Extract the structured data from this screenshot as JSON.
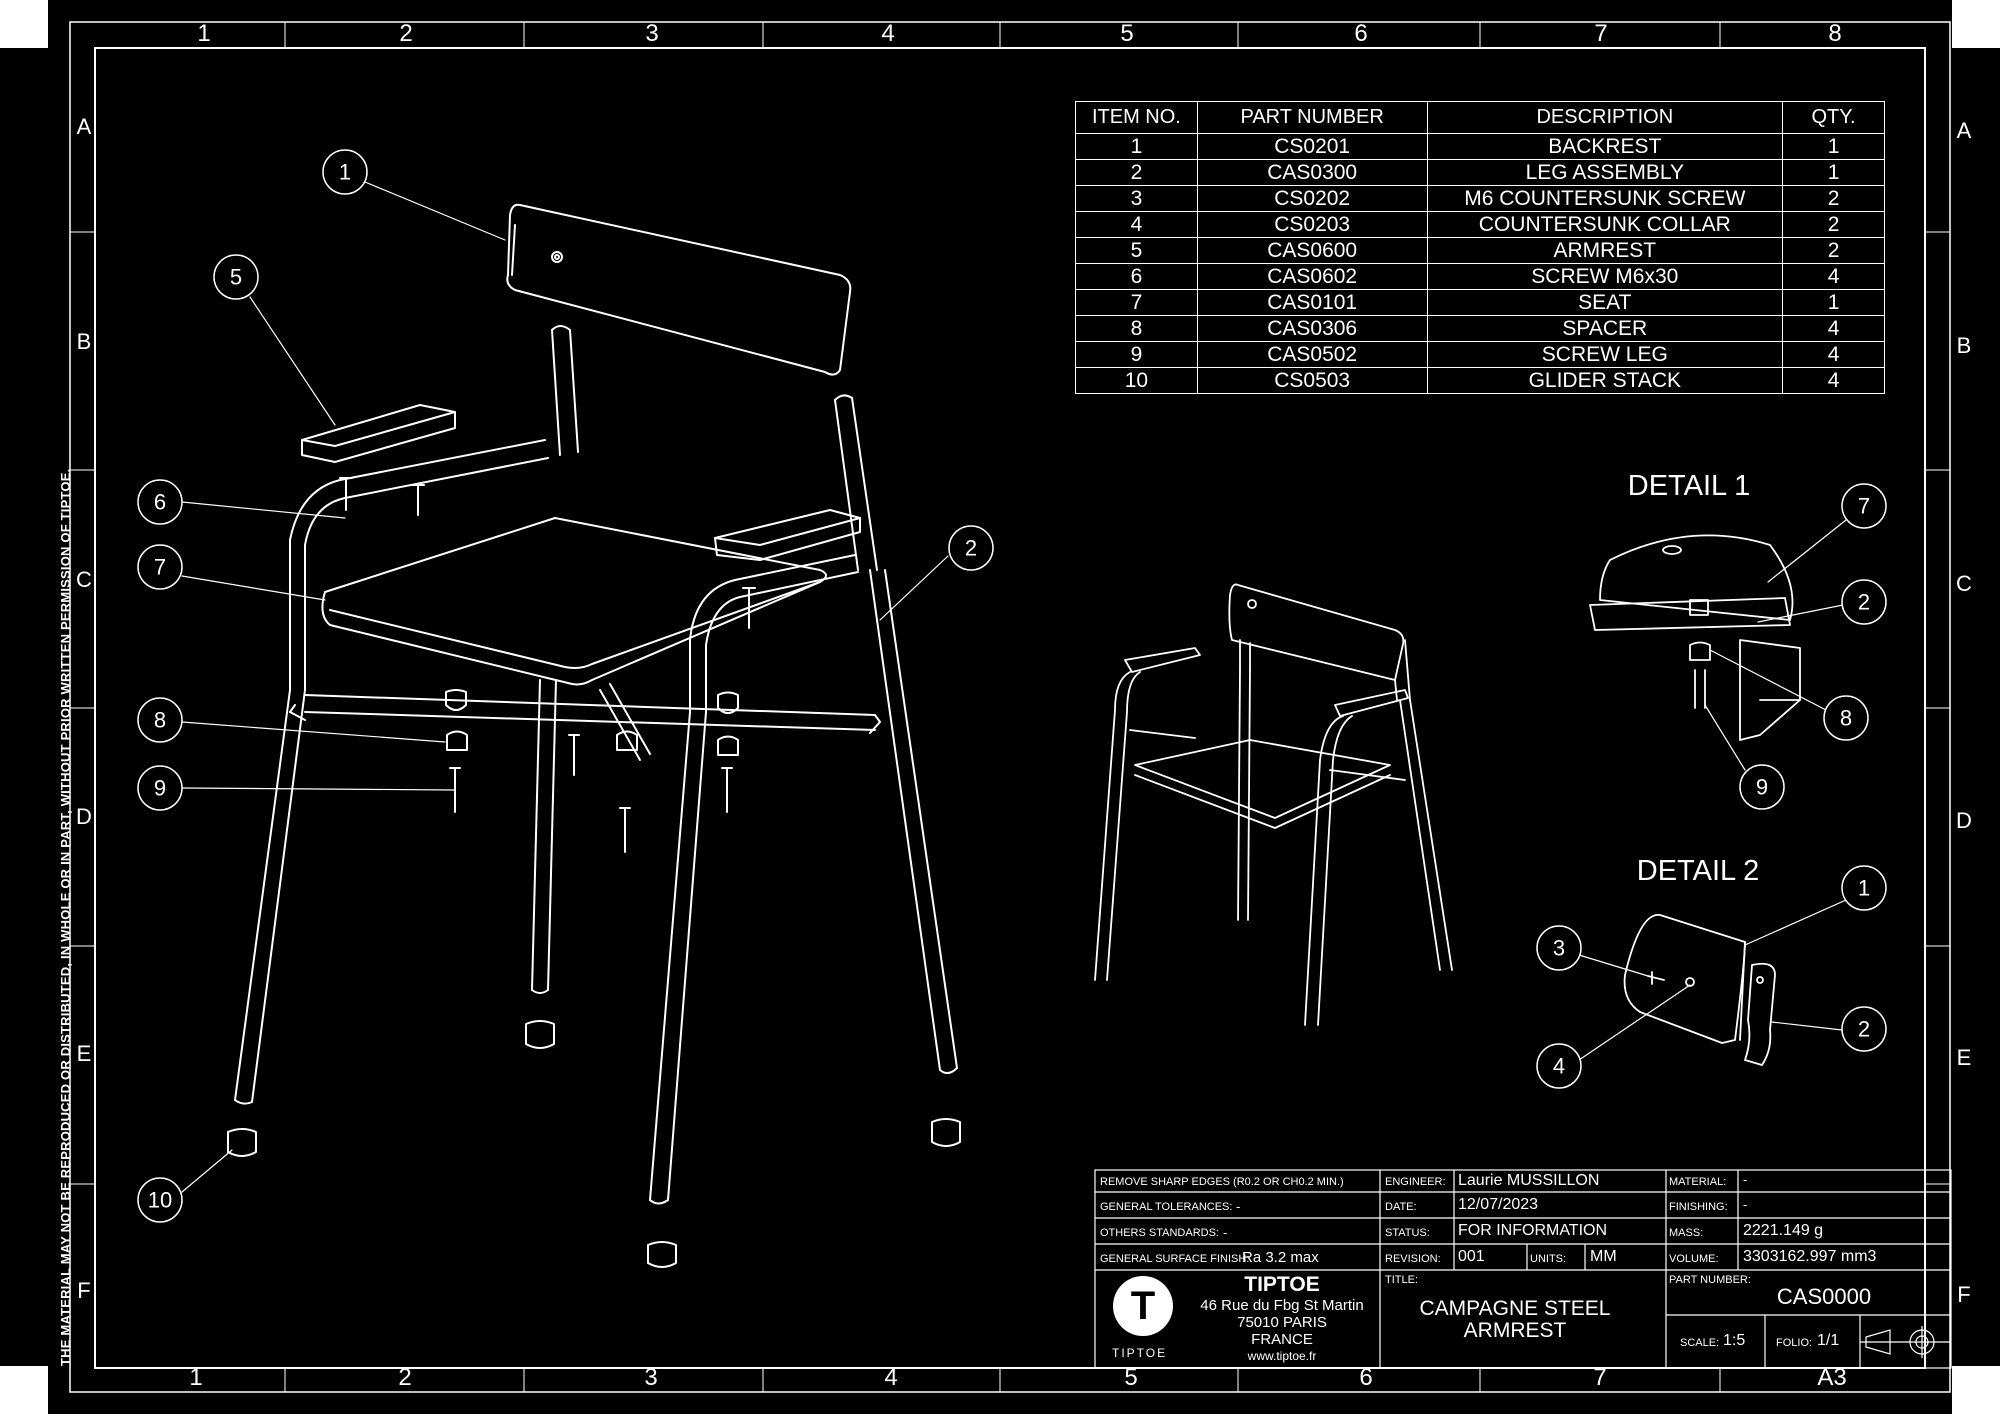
{
  "sheet": {
    "zone_columns_top": [
      "1",
      "2",
      "3",
      "4",
      "5",
      "6",
      "7",
      "8"
    ],
    "zone_columns_bottom": [
      "1",
      "2",
      "3",
      "4",
      "5",
      "6",
      "7",
      "A3"
    ],
    "zone_rows": [
      "A",
      "B",
      "C",
      "D",
      "E",
      "F"
    ],
    "copyright_note": "THE MATERIAL MAY NOT BE REPRODUCED OR DISTRIBUTED, IN WHOLE OR IN PART, WITHOUT PRIOR WRITTEN PERMISSION OF TIPTOE."
  },
  "bom": {
    "headers": [
      "ITEM NO.",
      "PART NUMBER",
      "DESCRIPTION",
      "QTY."
    ],
    "rows": [
      [
        "1",
        "CS0201",
        "BACKREST",
        "1"
      ],
      [
        "2",
        "CAS0300",
        "LEG ASSEMBLY",
        "1"
      ],
      [
        "3",
        "CS0202",
        "M6 COUNTERSUNK SCREW",
        "2"
      ],
      [
        "4",
        "CS0203",
        "COUNTERSUNK COLLAR",
        "2"
      ],
      [
        "5",
        "CAS0600",
        "ARMREST",
        "2"
      ],
      [
        "6",
        "CAS0602",
        "SCREW M6x30",
        "4"
      ],
      [
        "7",
        "CAS0101",
        "SEAT",
        "1"
      ],
      [
        "8",
        "CAS0306",
        "SPACER",
        "4"
      ],
      [
        "9",
        "CAS0502",
        "SCREW LEG",
        "4"
      ],
      [
        "10",
        "CS0503",
        "GLIDER STACK",
        "4"
      ]
    ]
  },
  "details": {
    "detail1_title": "DETAIL 1",
    "detail2_title": "DETAIL 2"
  },
  "callouts": {
    "main": [
      "1",
      "5",
      "6",
      "7",
      "8",
      "9",
      "10",
      "2"
    ],
    "detail1": [
      "7",
      "2",
      "8",
      "9"
    ],
    "detail2": [
      "1",
      "3",
      "4",
      "2"
    ]
  },
  "title_block": {
    "remove_edges_label": "REMOVE SHARP EDGES (R0.2 OR CH0.2 MIN.)",
    "tolerances_label": "GENERAL TOLERANCES:",
    "tolerances_value": "-",
    "standards_label": "OTHERS STANDARDS:",
    "standards_value": "-",
    "surface_label": "GENERAL SURFACE FINISH:",
    "surface_value": "Ra 3.2 max",
    "engineer_label": "ENGINEER:",
    "engineer_value": "Laurie MUSSILLON",
    "date_label": "DATE:",
    "date_value": "12/07/2023",
    "status_label": "STATUS:",
    "status_value": "FOR INFORMATION",
    "revision_label": "REVISION:",
    "revision_value": "001",
    "units_label": "UNITS:",
    "units_value": "MM",
    "material_label": "MATERIAL:",
    "material_value": "-",
    "finishing_label": "FINISHING:",
    "finishing_value": "-",
    "mass_label": "MASS:",
    "mass_value": "2221.149 g",
    "volume_label": "VOLUME:",
    "volume_value": "3303162.997 mm3",
    "title_label": "TITLE:",
    "title_line1": "CAMPAGNE STEEL",
    "title_line2": "ARMREST",
    "part_number_label": "PART NUMBER:",
    "part_number_value": "CAS0000",
    "scale_label": "SCALE:",
    "scale_value": "1:5",
    "folio_label": "FOLIO:",
    "folio_value": "1/1",
    "company_name": "TIPTOE",
    "company_address1": "46 Rue du Fbg St Martin",
    "company_address2": "75010 PARIS",
    "company_address3": "FRANCE",
    "company_web": "www.tiptoe.fr",
    "logo_letter": "T",
    "logo_caption": "TIPTOE"
  }
}
